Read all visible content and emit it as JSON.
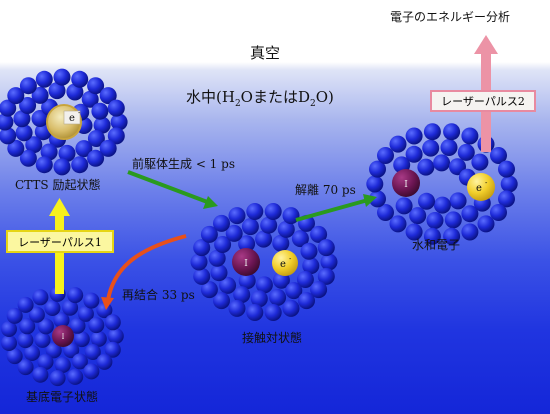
{
  "title_top": "電子のエネルギー分析",
  "vacuum": "真空",
  "water_prefix": "水中(H",
  "water_sub1": "2",
  "water_mid": "OまたはD",
  "water_sub2": "2",
  "water_suffix": "O)",
  "laser2": "レーザーパルス2",
  "laser1": "レーザーパルス1",
  "cts_label": "CTTS 励起状態",
  "precursor": "前駆体生成 < 1 ps",
  "dissociation": "解離 70 ps",
  "recombination": "再結合 33 ps",
  "hydrated_electron": "水和電子",
  "contact_pair": "接触対状態",
  "ground_state": "基底電子状態",
  "electron_symbol": "e",
  "electron_charge": "-",
  "iodide_symbol": "I",
  "colors": {
    "water_molecule": "#1b25d9",
    "iodide": "#6b1552",
    "electron": "#f2cf2b",
    "arrow_green": "#2a9a1e",
    "arrow_red": "#e8501a",
    "arrow_yellow": "#f7f11d",
    "arrow_pink": "#ec93a6"
  }
}
